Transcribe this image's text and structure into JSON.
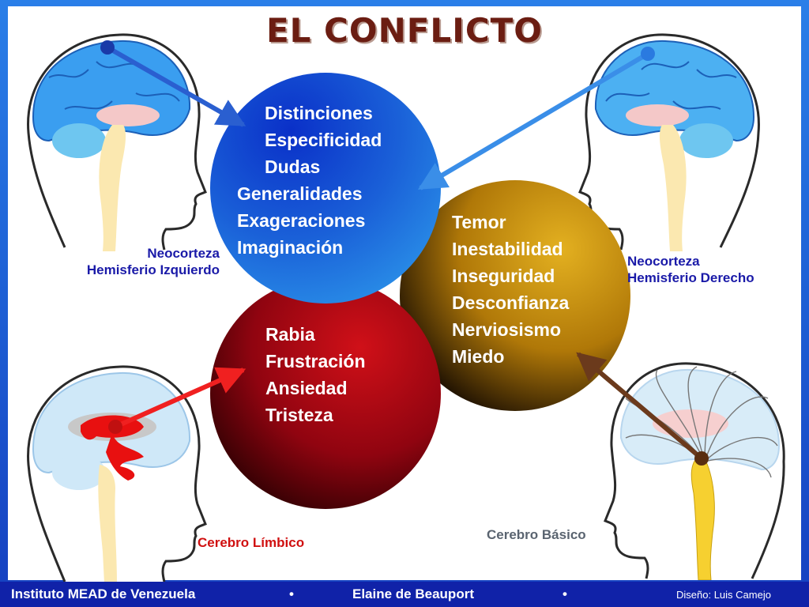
{
  "title": "EL CONFLICTO",
  "circles": {
    "blue": [
      "Distinciones",
      "Especificidad",
      "Dudas",
      "Generalidades",
      "Exageraciones",
      "Imaginación"
    ],
    "gold": [
      "Temor",
      "Inestabilidad",
      "Inseguridad",
      "Desconfianza",
      "Nerviosismo",
      "Miedo"
    ],
    "red": [
      "Rabia",
      "Frustración",
      "Ansiedad",
      "Tristeza"
    ]
  },
  "labels": {
    "left_top_1": "Neocorteza",
    "left_top_2": "Hemisferio Izquierdo",
    "right_top_1": "Neocorteza",
    "right_top_2": "Hemisferio Derecho",
    "limbic": "Cerebro Límbico",
    "basic": "Cerebro Básico"
  },
  "colors": {
    "blue_circle": "#1f5fd8",
    "gold_circle": "#c9930e",
    "red_circle": "#b0060c",
    "neocortex_label": "#1a1aa8",
    "limbic_label": "#d01010",
    "basic_label": "#5a6470"
  },
  "footer": {
    "left": "Instituto MEAD de Venezuela",
    "bullet": "•",
    "center": "Elaine de Beauport",
    "right": "Diseño: Luis Camejo"
  }
}
